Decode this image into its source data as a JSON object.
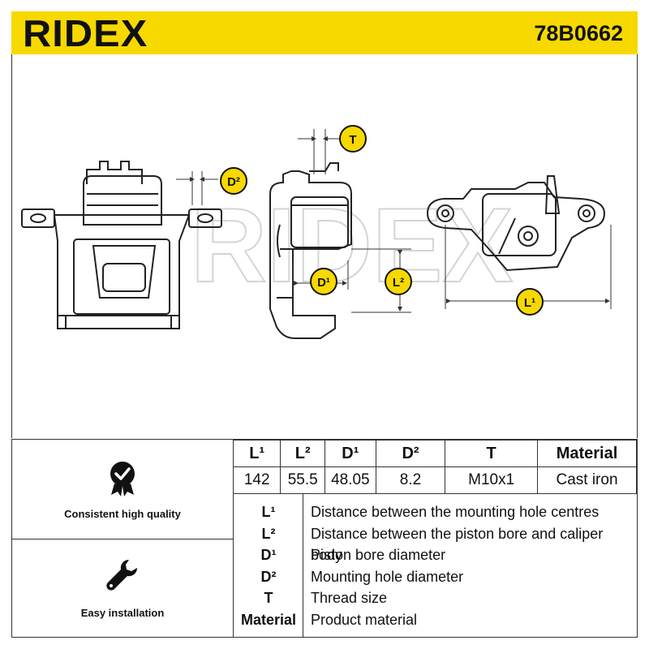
{
  "header": {
    "brand": "RIDEX",
    "part_number": "78B0662"
  },
  "drawing": {
    "callouts": [
      {
        "id": "D2",
        "label": "D²"
      },
      {
        "id": "T",
        "label": "T"
      },
      {
        "id": "D1",
        "label": "D¹"
      },
      {
        "id": "L2",
        "label": "L²"
      },
      {
        "id": "L1",
        "label": "L¹"
      }
    ],
    "colors": {
      "callout_fill": "#f7d900",
      "watermark": "#cfcfcf"
    }
  },
  "features": [
    {
      "icon": "badge-check-icon",
      "label": "Consistent high quality"
    },
    {
      "icon": "wrench-icon",
      "label": "Easy installation"
    }
  ],
  "spec_table": {
    "headers": [
      "L¹",
      "L²",
      "D¹",
      "D²",
      "T",
      "Material"
    ],
    "values": [
      "142",
      "55.5",
      "48.05",
      "8.2",
      "M10x1",
      "Cast iron"
    ]
  },
  "legend": [
    {
      "key": "L¹",
      "desc": "Distance between the mounting hole centres"
    },
    {
      "key": "L²",
      "desc": "Distance between the piston bore and caliper body"
    },
    {
      "key": "D¹",
      "desc": "Piston bore diameter"
    },
    {
      "key": "D²",
      "desc": "Mounting hole diameter"
    },
    {
      "key": "T",
      "desc": "Thread size"
    },
    {
      "key": "Material",
      "desc": "Product material"
    }
  ],
  "colors": {
    "brand_yellow": "#f7d900",
    "line": "#333333"
  }
}
